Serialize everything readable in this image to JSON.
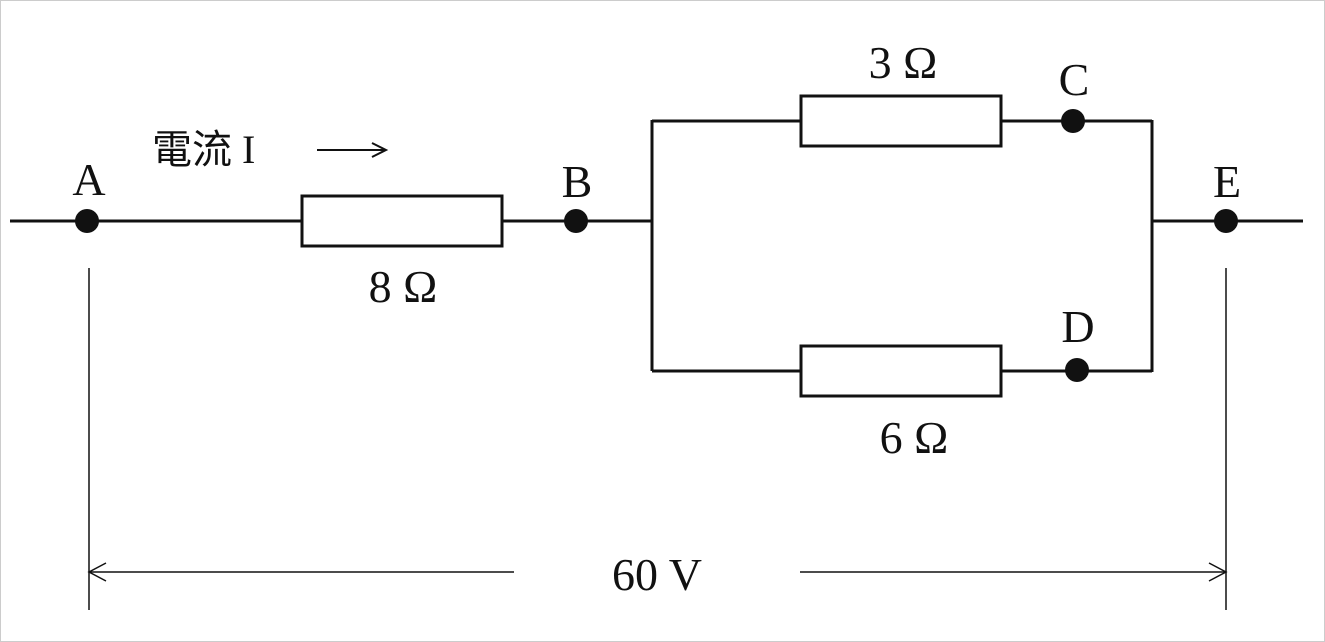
{
  "nodes": {
    "a": "A",
    "b": "B",
    "c": "C",
    "d": "D",
    "e": "E"
  },
  "resistors": {
    "r_series": "8 Ω",
    "r_top": "3 Ω",
    "r_bottom": "6 Ω"
  },
  "current": {
    "label": "電流 I",
    "arrow": "⟶"
  },
  "voltage": {
    "label": "60 V"
  },
  "colors": {
    "line": "#111111",
    "background": "#ffffff"
  }
}
